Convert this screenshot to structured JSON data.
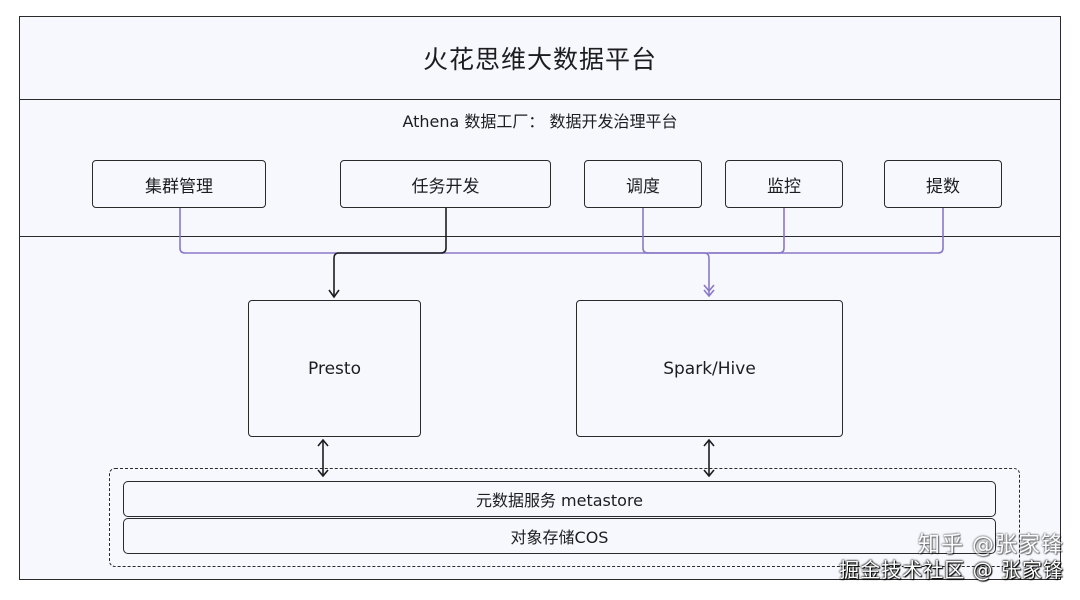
{
  "platform_title": "火花思维大数据平台",
  "athena_title": "Athena 数据工厂： 数据开发治理平台",
  "modules": [
    "集群管理",
    "任务开发",
    "调度",
    "监控",
    "提数"
  ],
  "engines": [
    "Presto",
    "Spark/Hive"
  ],
  "layers": [
    "元数据服务 metastore",
    "对象存储COS"
  ],
  "watermark": {
    "line1": "知乎 @张家锋",
    "line2": "掘金技术社区 @ 张家锋"
  },
  "colors": {
    "border": "#2a2a2a",
    "purple_connector": "#8a78c8",
    "black_connector": "#1d1d1f",
    "background": "#f7f8fd"
  }
}
